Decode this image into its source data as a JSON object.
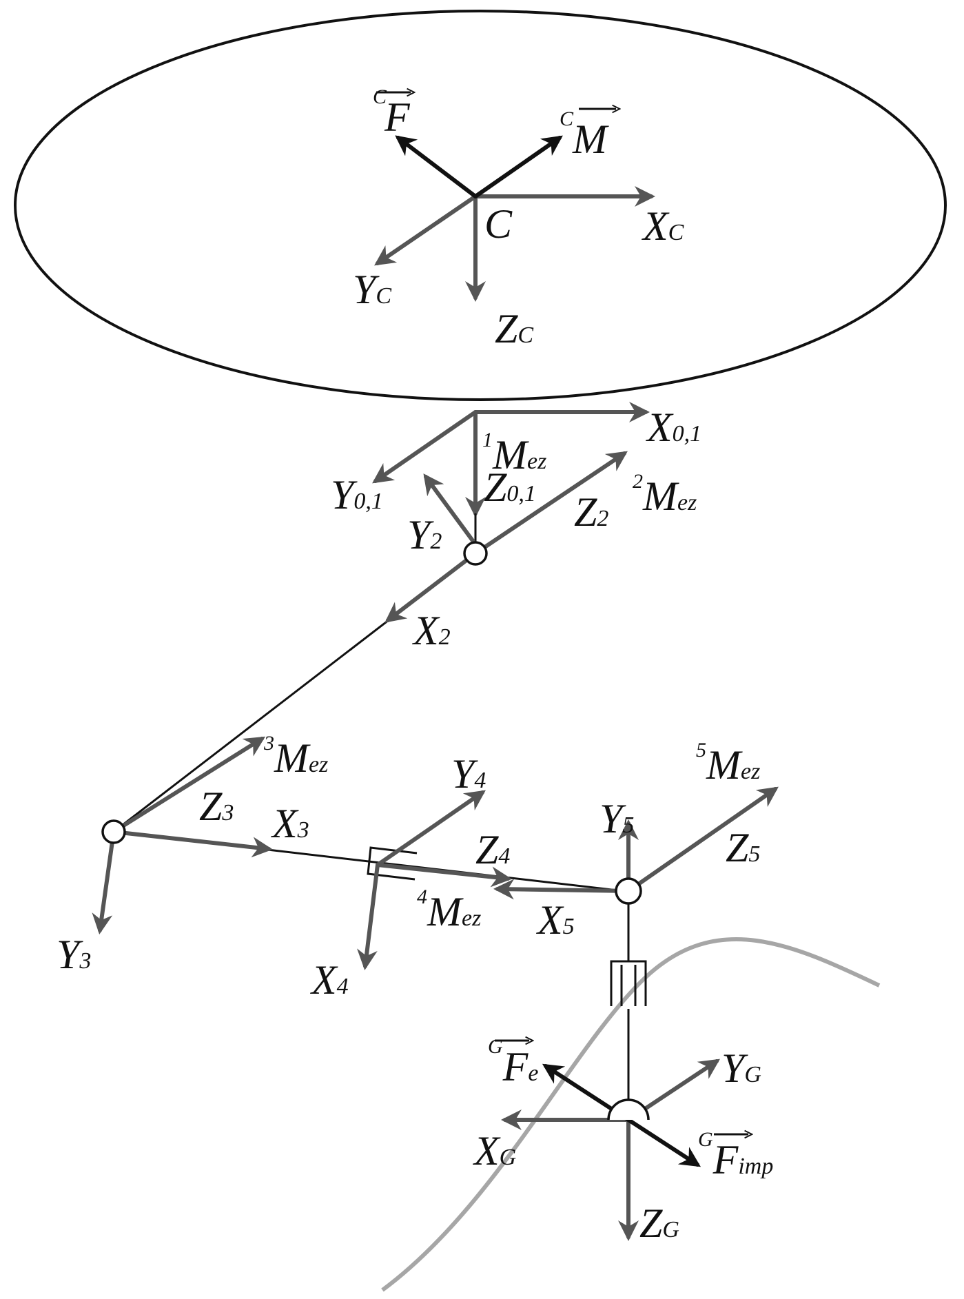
{
  "colors": {
    "axis": "#555555",
    "vector": "#111111",
    "link": "#111111",
    "trajectory": "#a6a6a6"
  },
  "labels": {
    "cF": {
      "sup": "C",
      "main": "F",
      "sub": ""
    },
    "cM": {
      "sup": "C",
      "main": "M",
      "sub": ""
    },
    "C": {
      "sup": "",
      "main": "C",
      "sub": ""
    },
    "XC": {
      "sup": "",
      "main": "X",
      "sub": "C"
    },
    "YC": {
      "sup": "",
      "main": "Y",
      "sub": "C"
    },
    "ZC": {
      "sup": "",
      "main": "Z",
      "sub": "C"
    },
    "X01": {
      "sup": "",
      "main": "X",
      "sub": "0,1"
    },
    "Y01": {
      "sup": "",
      "main": "Y",
      "sub": "0,1"
    },
    "Z01": {
      "sup": "",
      "main": "Z",
      "sub": "0,1"
    },
    "M1": {
      "sup": "1",
      "main": "M",
      "sub": "ez"
    },
    "Y2": {
      "sup": "",
      "main": "Y",
      "sub": "2"
    },
    "Z2": {
      "sup": "",
      "main": "Z",
      "sub": "2"
    },
    "M2": {
      "sup": "2",
      "main": "M",
      "sub": "ez"
    },
    "X2": {
      "sup": "",
      "main": "X",
      "sub": "2"
    },
    "M3": {
      "sup": "3",
      "main": "M",
      "sub": "ez"
    },
    "Z3": {
      "sup": "",
      "main": "Z",
      "sub": "3"
    },
    "X3": {
      "sup": "",
      "main": "X",
      "sub": "3"
    },
    "Y3": {
      "sup": "",
      "main": "Y",
      "sub": "3"
    },
    "Y4": {
      "sup": "",
      "main": "Y",
      "sub": "4"
    },
    "Z4": {
      "sup": "",
      "main": "Z",
      "sub": "4"
    },
    "M4": {
      "sup": "4",
      "main": "M",
      "sub": "ez"
    },
    "X4": {
      "sup": "",
      "main": "X",
      "sub": "4"
    },
    "Y5": {
      "sup": "",
      "main": "Y",
      "sub": "5"
    },
    "M5": {
      "sup": "5",
      "main": "M",
      "sub": "ez"
    },
    "Z5": {
      "sup": "",
      "main": "Z",
      "sub": "5"
    },
    "X5": {
      "sup": "",
      "main": "X",
      "sub": "5"
    },
    "gFe": {
      "sup": "G",
      "main": "F",
      "sub": "e"
    },
    "YG": {
      "sup": "",
      "main": "Y",
      "sub": "G"
    },
    "XG": {
      "sup": "",
      "main": "X",
      "sub": "G"
    },
    "gFimp": {
      "sup": "G",
      "main": "F",
      "sub": "imp"
    },
    "ZG": {
      "sup": "",
      "main": "Z",
      "sub": "G"
    }
  }
}
